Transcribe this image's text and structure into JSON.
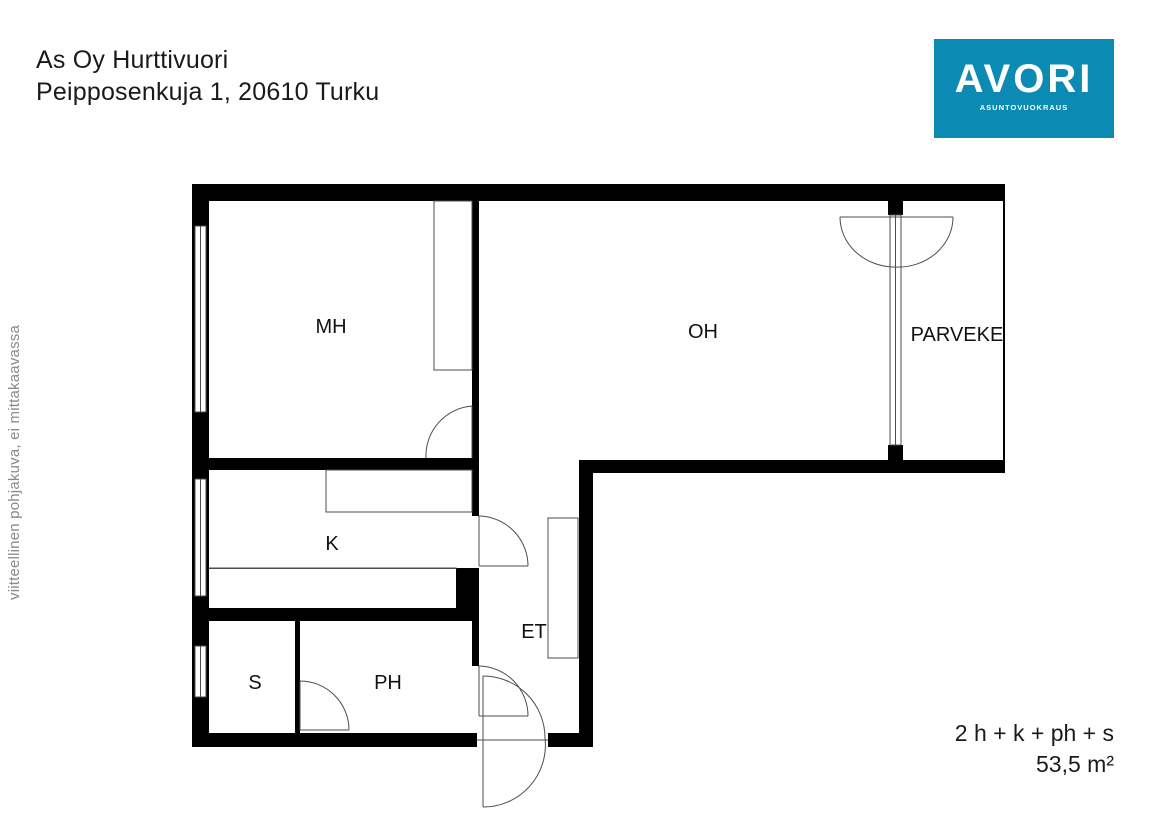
{
  "header": {
    "name": "As Oy Hurttivuori",
    "address": "Peipposenkuja 1, 20610 Turku"
  },
  "logo": {
    "word": "AVORI",
    "tagline": "ASUNTOVUOKRAUS",
    "background_color": "#0b8bb4",
    "text_color": "#ffffff"
  },
  "side_note": "viitteellinen pohjakuva, ei mittakaavassa",
  "rooms": {
    "mh": "MH",
    "oh": "OH",
    "parveke": "PARVEKE",
    "k": "K",
    "et": "ET",
    "s": "S",
    "ph": "PH"
  },
  "summary": {
    "layout": "2 h + k + ph + s",
    "area": "53,5 m²"
  },
  "colors": {
    "wall": "#000000",
    "line": "#4d4d4d"
  }
}
